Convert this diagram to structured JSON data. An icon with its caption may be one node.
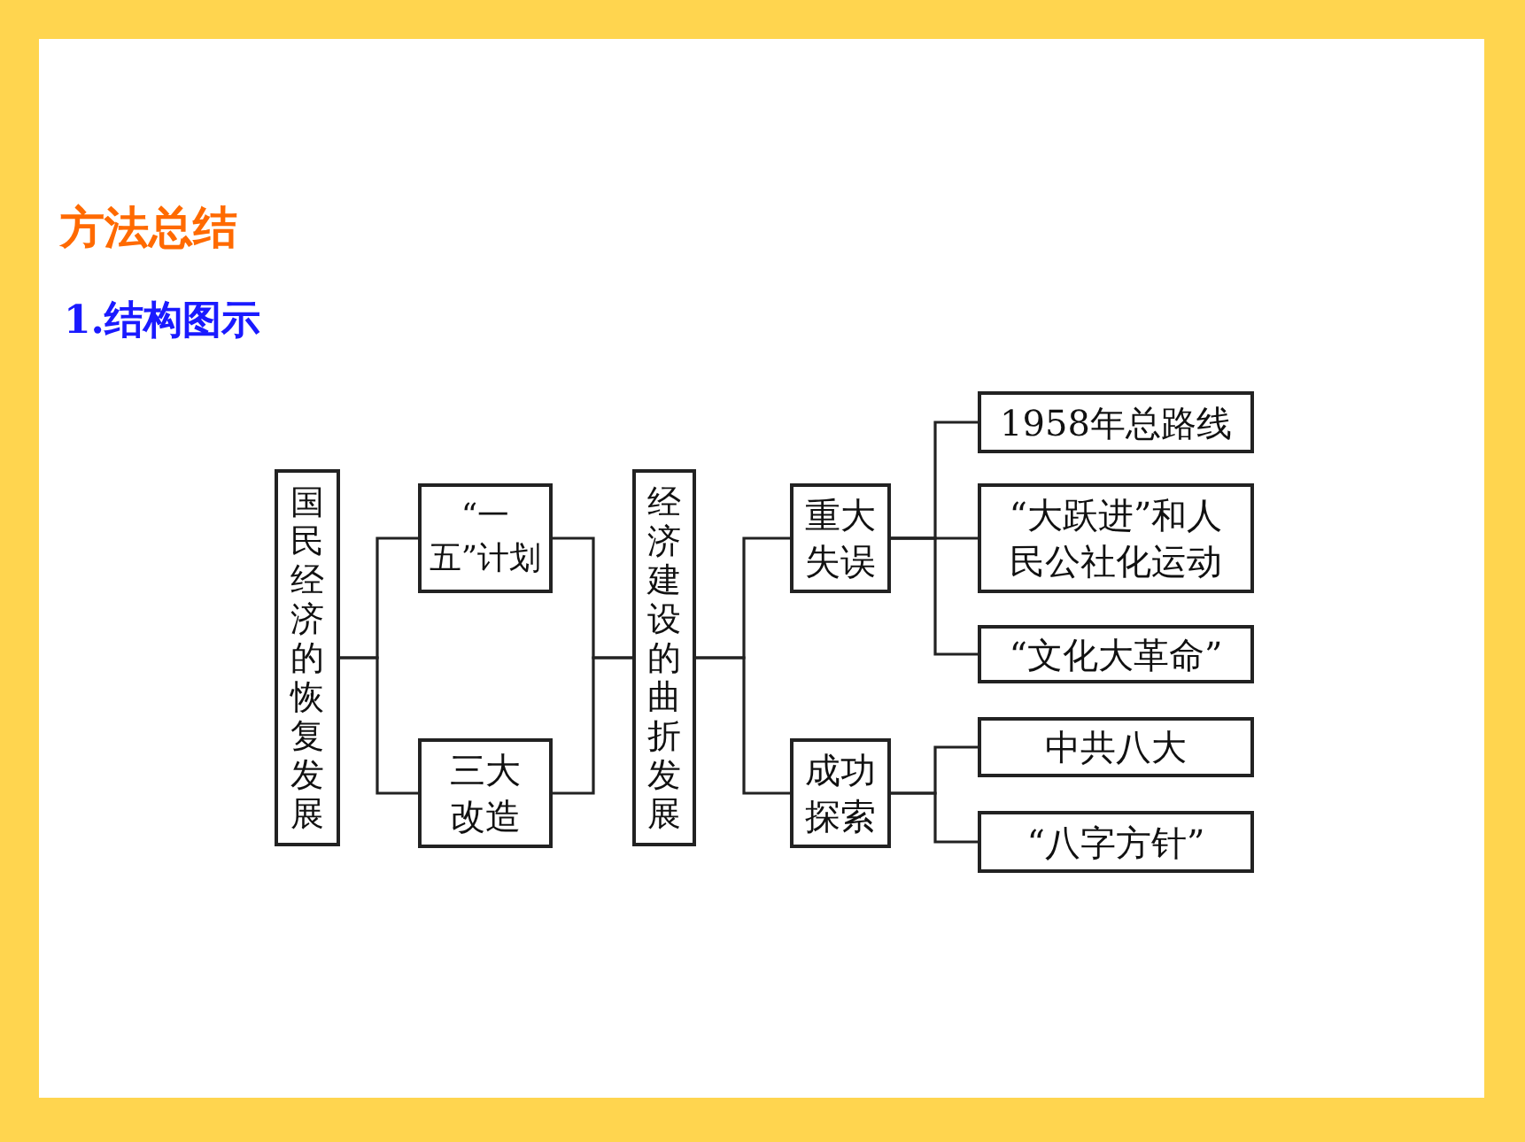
{
  "diagram": {
    "title": "方法总结",
    "nodes": [
      {
        "text": [
          "国民经济的恢复发展"
        ]
      },
      {
        "text": [
          "“一五”计划"
        ]
      },
      {
        "text": [
          "三大改造"
        ]
      },
      {
        "text": [
          "经济建设的曲折发展"
        ]
      },
      {
        "text": [
          "重大失误"
        ]
      },
      {
        "text": [
          "成功探索"
        ]
      },
      {
        "text": [
          "1958年总路线"
        ]
      },
      {
        "text": [
          "“大跃进”和人民公社化运动"
        ]
      },
      {
        "text": [
          "“文化大革命”"
        ]
      },
      {
        "text": [
          "中共八大"
        ]
      },
      {
        "text": [
          "“八字方针”"
        ]
      }
    ],
    "edges": [
      {
        "from": 0,
        "to": 1,
        "arrow": "none"
      },
      {
        "from": 0,
        "to": 2,
        "arrow": "none"
      },
      {
        "from": 1,
        "to": 3,
        "arrow": "none"
      },
      {
        "from": 2,
        "to": 3,
        "arrow": "none"
      },
      {
        "from": 3,
        "to": 4,
        "arrow": "none"
      },
      {
        "from": 3,
        "to": 5,
        "arrow": "none"
      },
      {
        "from": 4,
        "to": 6,
        "arrow": "none"
      },
      {
        "from": 4,
        "to": 7,
        "arrow": "none"
      },
      {
        "from": 4,
        "to": 8,
        "arrow": "none"
      },
      {
        "from": 5,
        "to": 9,
        "arrow": "none"
      },
      {
        "from": 5,
        "to": 10,
        "arrow": "none"
      }
    ],
    "labels": [
      "1.结构图示"
    ]
  }
}
